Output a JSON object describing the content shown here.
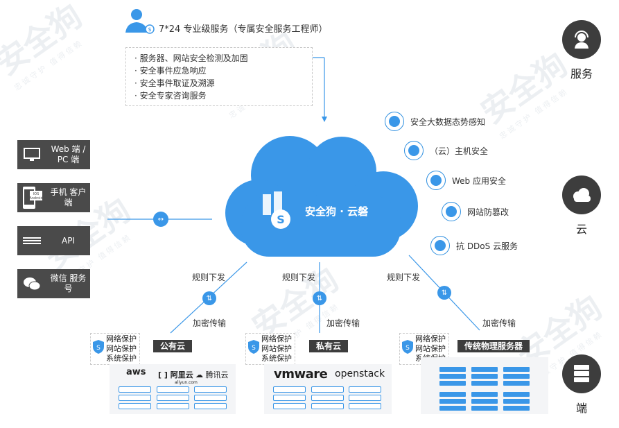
{
  "top_service": {
    "title": "7*24 专业级服务（专属安全服务工程师）",
    "items": [
      "服务器、网站安全检测及加固",
      "安全事件应急响应",
      "安全事件取证及溯源",
      "安全专家咨询服务"
    ]
  },
  "watermark": {
    "brand": "安全狗",
    "slogan": "忠诚守护 值得信赖"
  },
  "left_clients": [
    {
      "label": "Web 端 / PC 端",
      "icon": "monitor-icon"
    },
    {
      "label": "手机 客户端",
      "icon": "phone-icon",
      "icon_text_1": "IOS",
      "icon_text_2": "Android"
    },
    {
      "label": "API",
      "icon": "lines-icon"
    },
    {
      "label": "微信 服务号",
      "icon": "wechat-icon"
    }
  ],
  "cloud": {
    "label": "安全狗 · 云磐",
    "color": "#3a97e8"
  },
  "features": [
    {
      "label": "安全大数据态势感知",
      "icon": "bigdata-icon"
    },
    {
      "label": "（云）主机安全",
      "icon": "cloud-icon"
    },
    {
      "label": "Web 应用安全",
      "icon": "shield-icon"
    },
    {
      "label": "网站防篡改",
      "icon": "webpage-icon"
    },
    {
      "label": "抗 DDoS 云服务",
      "icon": "ddos-shield-icon"
    }
  ],
  "right_rail": [
    {
      "label": "服务",
      "icon": "headset-icon"
    },
    {
      "label": "云",
      "icon": "cloud-icon"
    },
    {
      "label": "端",
      "icon": "server-icon"
    }
  ],
  "connections": {
    "rule": "规则下发",
    "encrypt": "加密传输"
  },
  "protection": [
    "网络保护",
    "网站保护",
    "系统保护"
  ],
  "categories": [
    {
      "label": "公有云",
      "logos": [
        "aws",
        "阿里云",
        "腾讯云"
      ],
      "logo_sub": "aliyun.com"
    },
    {
      "label": "私有云",
      "logos": [
        "vmware",
        "openstack"
      ]
    },
    {
      "label": "传统物理服务器",
      "logos": []
    }
  ]
}
